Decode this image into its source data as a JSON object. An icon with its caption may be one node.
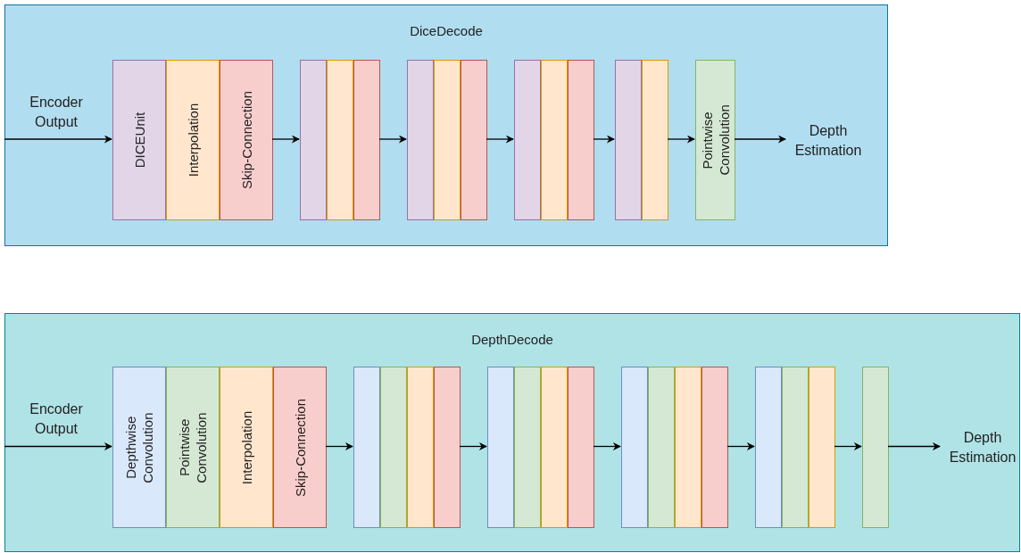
{
  "diagram": {
    "nodes": [
      {
        "text": [
          "DiceDecode"
        ]
      },
      {
        "text": [
          "DICEUnit"
        ],
        "in": 0
      },
      {
        "text": [
          "Interpolation"
        ],
        "in": 0
      },
      {
        "text": [
          "Skip-Connection"
        ],
        "in": 0
      },
      {
        "text": [],
        "shape": "box",
        "in": 0
      },
      {
        "text": [],
        "shape": "box",
        "in": 0
      },
      {
        "text": [],
        "shape": "box",
        "in": 0
      },
      {
        "text": [],
        "shape": "box",
        "in": 0
      },
      {
        "text": [],
        "shape": "box",
        "in": 0
      },
      {
        "text": [],
        "shape": "box",
        "in": 0
      },
      {
        "text": [],
        "shape": "box",
        "in": 0
      },
      {
        "text": [],
        "shape": "box",
        "in": 0
      },
      {
        "text": [],
        "shape": "box",
        "in": 0
      },
      {
        "text": [],
        "shape": "box",
        "in": 0
      },
      {
        "text": [],
        "shape": "box",
        "in": 0
      },
      {
        "text": [
          "Pointwise Convolution"
        ],
        "in": 0
      },
      {
        "text": [
          "Depth Estimation"
        ],
        "in": 0
      },
      {
        "text": [
          "DepthDecode"
        ]
      },
      {
        "text": [
          "Depthwise Convolution"
        ],
        "in": 17
      },
      {
        "text": [
          "Pointwise Convolution"
        ],
        "in": 17
      },
      {
        "text": [
          "Interpolation"
        ],
        "in": 17
      },
      {
        "text": [
          "Skip-Connection"
        ],
        "in": 17
      },
      {
        "text": [],
        "shape": "box",
        "in": 17
      },
      {
        "text": [],
        "shape": "box",
        "in": 17
      },
      {
        "text": [],
        "shape": "box",
        "in": 17
      },
      {
        "text": [],
        "shape": "box",
        "in": 17
      },
      {
        "text": [],
        "shape": "box",
        "in": 17
      },
      {
        "text": [],
        "shape": "box",
        "in": 17
      },
      {
        "text": [],
        "shape": "box",
        "in": 17
      },
      {
        "text": [],
        "shape": "box",
        "in": 17
      },
      {
        "text": [],
        "shape": "box",
        "in": 17
      },
      {
        "text": [],
        "shape": "box",
        "in": 17
      },
      {
        "text": [],
        "shape": "box",
        "in": 17
      },
      {
        "text": [],
        "shape": "box",
        "in": 17
      },
      {
        "text": [],
        "shape": "box",
        "in": 17
      },
      {
        "text": [],
        "shape": "box",
        "in": 17
      },
      {
        "text": [],
        "shape": "box",
        "in": 17
      },
      {
        "text": [],
        "shape": "box",
        "in": 17
      },
      {
        "text": [
          "Depth Estimation"
        ],
        "in": 17
      }
    ],
    "edges": [
      {
        "from": null,
        "to": 1,
        "arrow": "to",
        "label": "Encoder Output"
      },
      {
        "from": 3,
        "to": 4,
        "arrow": "to"
      },
      {
        "from": 6,
        "to": 7,
        "arrow": "to"
      },
      {
        "from": 9,
        "to": 10,
        "arrow": "to"
      },
      {
        "from": 12,
        "to": 13,
        "arrow": "to"
      },
      {
        "from": 14,
        "to": 15,
        "arrow": "to"
      },
      {
        "from": 15,
        "to": 16,
        "arrow": "to"
      },
      {
        "from": null,
        "to": 18,
        "arrow": "to",
        "label": "Encoder Output"
      },
      {
        "from": 21,
        "to": 22,
        "arrow": "to"
      },
      {
        "from": 25,
        "to": 26,
        "arrow": "to"
      },
      {
        "from": 29,
        "to": 30,
        "arrow": "to"
      },
      {
        "from": 33,
        "to": 34,
        "arrow": "to"
      },
      {
        "from": 36,
        "to": 37,
        "arrow": "to"
      },
      {
        "from": 37,
        "to": 38,
        "arrow": "to"
      }
    ]
  }
}
